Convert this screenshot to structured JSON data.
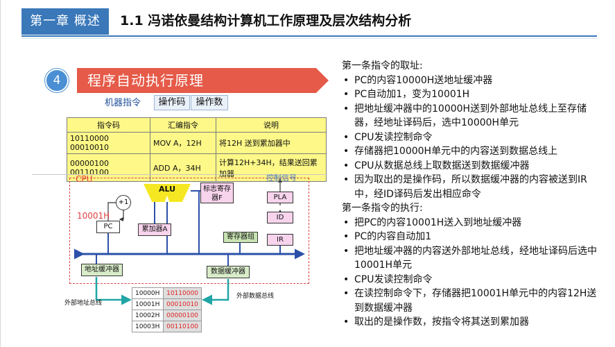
{
  "header": {
    "chapter_tab": "第一章 概述",
    "title": "1.1 冯诺依曼结构计算机工作原理及层次结构分析"
  },
  "section": {
    "number": "4",
    "title": "程序自动执行原理"
  },
  "instruction_format": {
    "label": "机器指令",
    "fields": [
      "操作码",
      "操作数"
    ]
  },
  "instruction_table": {
    "headers": [
      "指令码",
      "汇编指令",
      "说明"
    ],
    "rows": [
      [
        "10110000 00010010",
        "MOV A，12H",
        "将12H 送到累加器中"
      ],
      [
        "00000100 00110100",
        "ADD A，34H",
        "计算12H+34H，结果送回累加器"
      ]
    ]
  },
  "cpu_diagram": {
    "cpu_label": "CPU",
    "control_signal_label": "控制信号",
    "alu": "ALU",
    "flags_register": "标志寄存器F",
    "plus_one": "+1",
    "pc_value": "10001H",
    "pc": "PC",
    "accumulator": "累加器A",
    "register_file": "寄存器组",
    "pla": "PLA",
    "id": "ID",
    "ir": "IR",
    "address_buffer": "地址缓冲器",
    "data_buffer": "数据缓冲器",
    "external_address_bus": "外部地址总线",
    "external_data_bus": "外部数据总线"
  },
  "memory": [
    {
      "address": "10000H",
      "value": "10110000"
    },
    {
      "address": "10001H",
      "value": "00010010"
    },
    {
      "address": "10002H",
      "value": "00000100"
    },
    {
      "address": "10003H",
      "value": "00110100"
    }
  ],
  "explanation": {
    "fetch_heading": "第一条指令的取址:",
    "fetch_steps": [
      "PC的内容10000H送地址缓冲器",
      "PC自动加1，变为10001H",
      "把地址缓冲器中的10000H送到外部地址总线上至存储器，经地址译码后，选中10000H单元",
      "CPU发读控制命令",
      "存储器把10000H单元中的内容送到数据总线上",
      "CPU从数据总线上取数据送到数据缓冲器",
      "因为取出的是操作码，所以数据缓冲器的内容被送到IR中，经ID译码后发出相应命令"
    ],
    "exec_heading": "第一条指令的执行:",
    "exec_steps": [
      "把PC的内容10001H送入到地址缓冲器",
      "PC的内容自动加1",
      "把地址缓冲器的内容送外部地址总线，经地址译码后选中10001H单元",
      "CPU发读控制命令",
      "在读控制命令下，存储器把10001H单元中的内容12H送到数据缓冲器",
      "取出的是操作数，按指令将其送到累加器"
    ]
  },
  "colors": {
    "chapter_blue": "#3a78b9",
    "banner_red": "#e55a48",
    "table_yellow": "#fdf887",
    "cpu_border_red": "#e04040",
    "bus_blue": "#2b4fa8",
    "wire_teal": "#20a6a6"
  }
}
